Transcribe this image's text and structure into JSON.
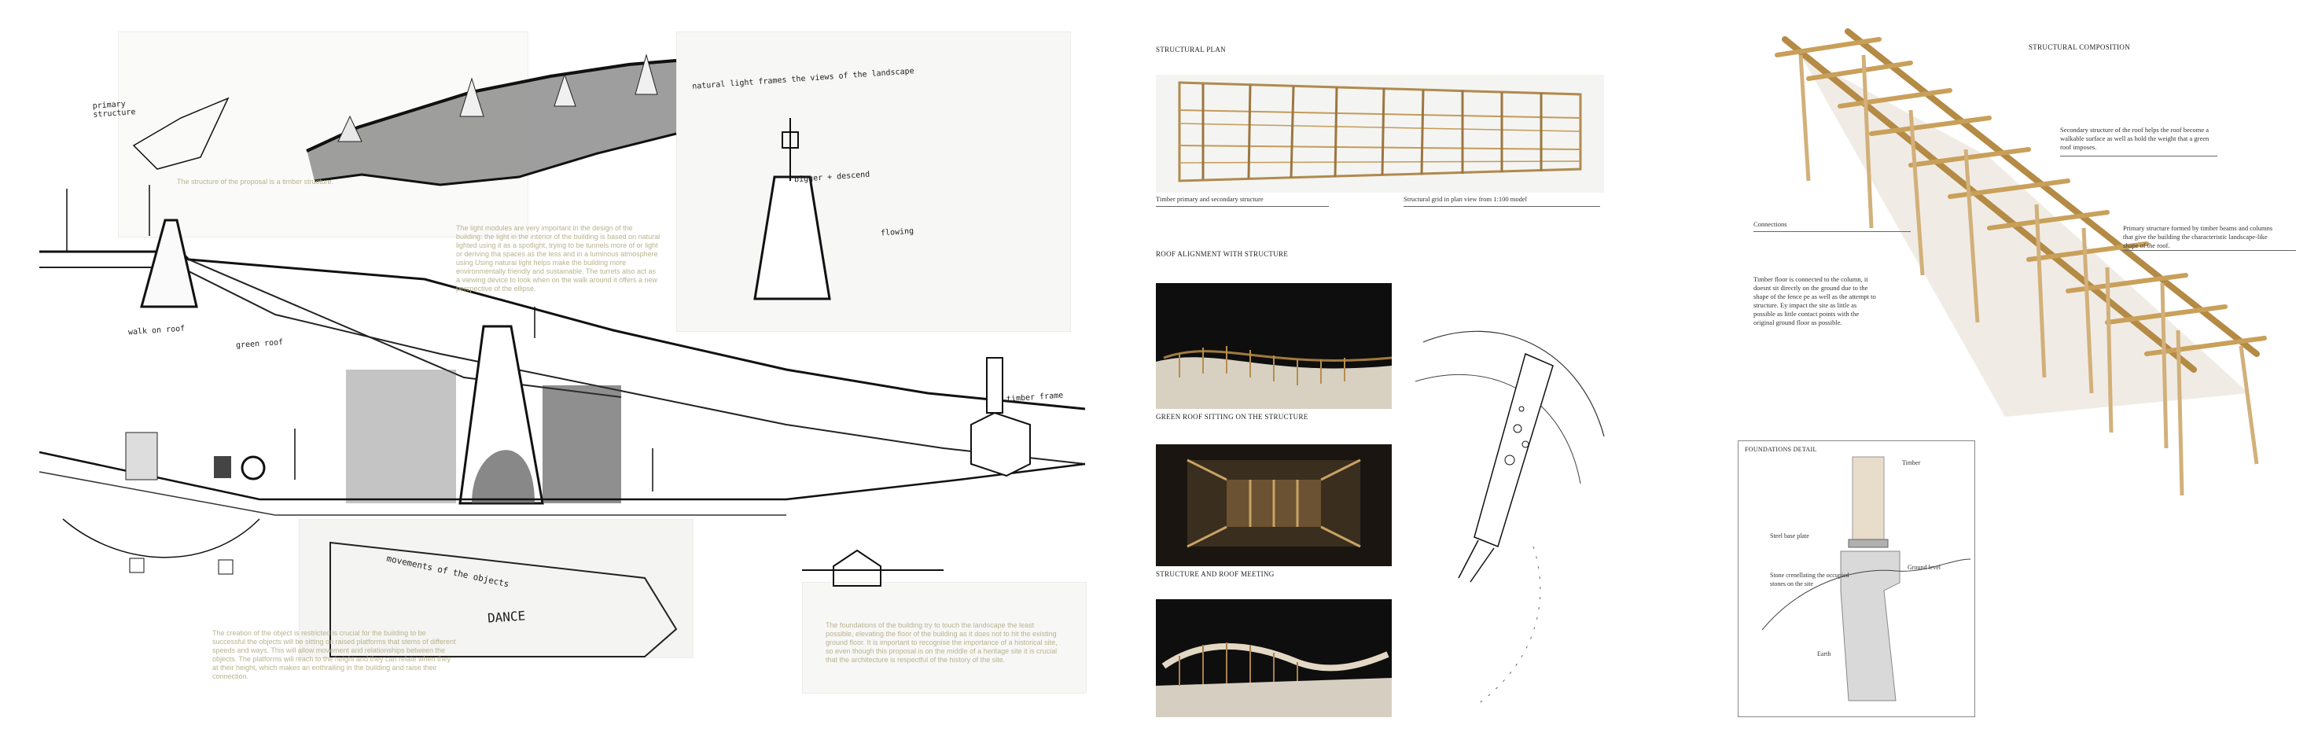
{
  "left": {
    "caption_timber": "The structure of the proposal is a timber structure.",
    "caption_light": "The light modules are very important in the design of the building: the light in the interior of the building is based on natural lighted using it as a spotlight, trying to be tunnels more of or light or deriving tha spaces as the less and in a luminous atmosphere using Using natural light helps make the building more environmentally friendly and sustainable. The turrets also act as a viewing device to look when on the walk around it offers a new perspective of the ellipse.",
    "caption_creation": "The creation of the object is restricted is crucial for the building to be successful the objects will be sitting on raised platforms that stems of different speeds and ways. This will allow movement and relationships between the objects. The platforms will reach to the height and they can relate when they at their height, which makes an enthralling in the building and raise their connection.",
    "caption_foundations": "The foundations of the building try to touch the landscape the least possible, elevating the floor of the building as it does not to hit the existing ground floor. It is important to recognise the importance of a historical site, so even though this proposal is on the middle of a heritage site it is crucial that the architecture is respectful of the history of the site.",
    "scribbles": {
      "primary": "primary\nstructure",
      "natural_light": "natural light frames the views of the landscape",
      "walk_on_roof": "walk on roof",
      "green_roof": "green roof",
      "flowing": "flowing",
      "bigger": "bigger + descend",
      "dance": "DANCE",
      "movements": "movements of the objects",
      "timber_fram": "timber frame"
    }
  },
  "mid": {
    "structural_plan": "STRUCTURAL PLAN",
    "timber_label": "Timber primary and secondary structure",
    "grid_label": "Structural grid in plan view from 1:100 model",
    "roof_alignment": "ROOF ALIGNMENT WITH STRUCTURE",
    "green_roof": "GREEN ROOF SITTING ON THE STRUCTURE",
    "structure_roof": "STRUCTURE AND ROOF MEETING"
  },
  "right": {
    "title": "STRUCTURAL COMPOSITION",
    "secondary": "Secondary structure of the roof helps the roof become a walkable surface as well as hold the weight that a green roof imposes.",
    "primary": "Primary structure formed by timber beams and columns that give the building the characteristic landscape-like shape of the roof.",
    "connections": "Connections",
    "column_text": "Timber floor is connected to the column, it doesnt sit directly on the ground due to the shape of the fence pe as well as the attempt to structure. Ey impact the site as little as possible as little contact points with the original ground floor as possible.",
    "foundations_title": "FOUNDATIONS DETAIL",
    "timber": "Timber",
    "steel_base": "Steel base plate",
    "ground_level": "Ground level",
    "stone": "Stone crenellating the occupied stones on the site",
    "earth": "Earth"
  }
}
